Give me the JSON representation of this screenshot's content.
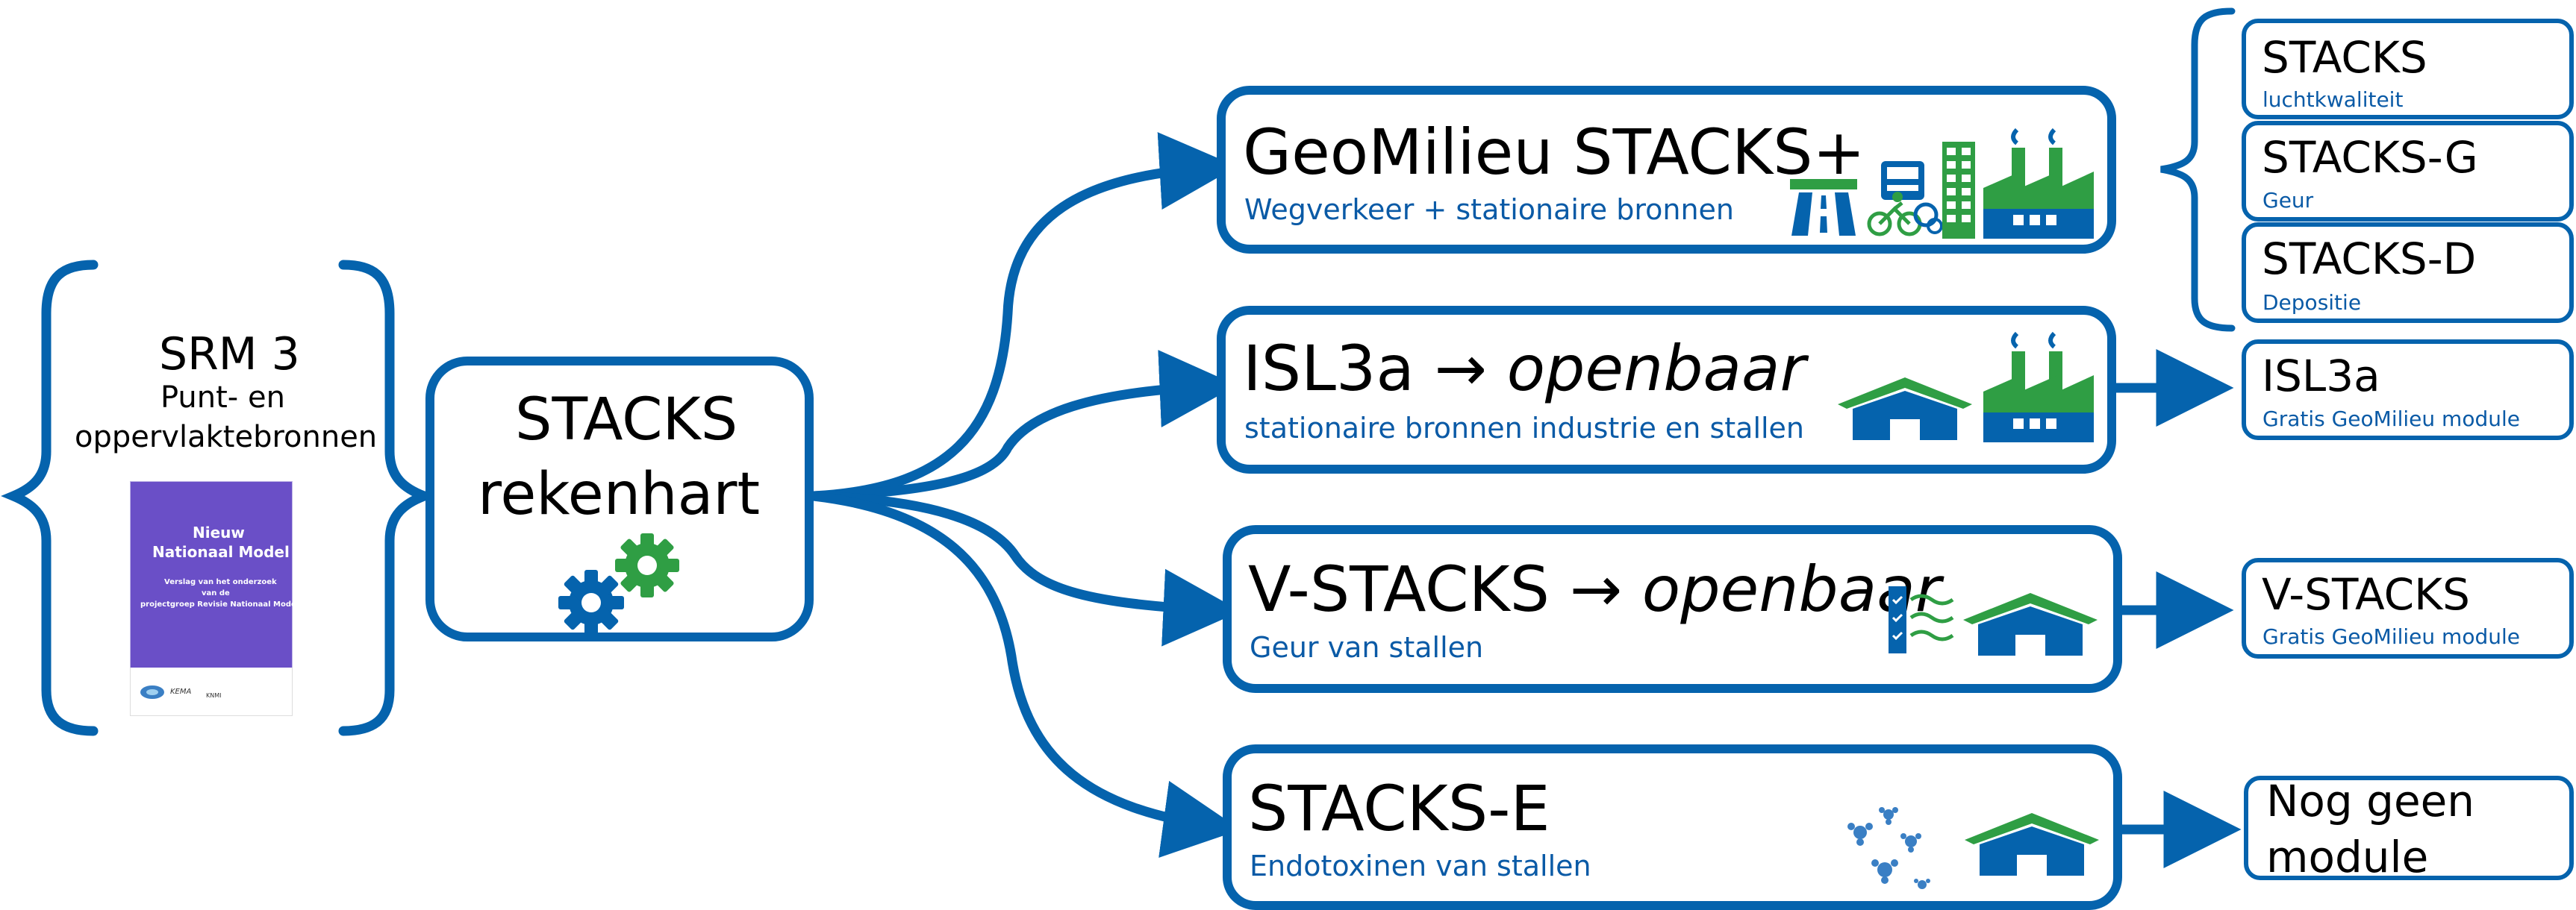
{
  "srm": {
    "title": "SRM 3",
    "line1": "Punt- en",
    "line2": "oppervlaktebronnen"
  },
  "book": {
    "title1": "Nieuw",
    "title2": "Nationaal Model",
    "text1": "Verslag van het onderzoek",
    "text2": "van de",
    "text3": "projectgroep Revisie Nationaal Model",
    "logo1": "KEMA",
    "logo2": "KNMI"
  },
  "core": {
    "line1": "STACKS",
    "line2": "rekenhart"
  },
  "modules": [
    {
      "title": "GeoMilieu STACKS+",
      "subtitle": "Wegverkeer + stationaire bronnen"
    },
    {
      "title_prefix": "ISL3a →",
      "title_italic": "openbaar",
      "subtitle": "stationaire bronnen industrie en stallen"
    },
    {
      "title_prefix": "V-STACKS →",
      "title_italic": "openbaar",
      "subtitle": "Geur van stallen"
    },
    {
      "title": "STACKS-E",
      "subtitle": "Endotoxinen van stallen"
    }
  ],
  "outputs": [
    {
      "title": "STACKS",
      "subtitle": "luchtkwaliteit"
    },
    {
      "title": "STACKS-G",
      "subtitle": "Geur"
    },
    {
      "title": "STACKS-D",
      "subtitle": "Depositie"
    },
    {
      "title": "ISL3a",
      "subtitle": "Gratis GeoMilieu module"
    },
    {
      "title": "V-STACKS",
      "subtitle": "Gratis GeoMilieu module"
    },
    {
      "title_line1": "Nog geen",
      "title_line2": "module"
    }
  ],
  "icons": [
    "highway-icon",
    "truck-bike-icon",
    "building-icon",
    "factory-icon",
    "barn-icon",
    "gears-icon",
    "odour-icon",
    "particles-icon"
  ],
  "colors": {
    "primary": "#0563ad",
    "subtitle": "#0a5aa6",
    "green": "#2f9e44",
    "book": "#6a4fc7"
  }
}
